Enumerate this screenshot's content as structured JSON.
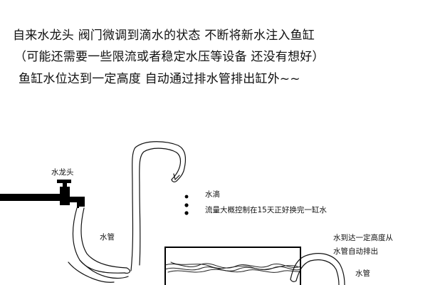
{
  "description_lines": [
    "自来水龙头 阀门微调到滴水的状态 不断将新水注入鱼缸",
    "（可能还需要一些限流或者稳定水压等设备 还没有想好）",
    "鱼缸水位达到一定高度 自动通过排水管排出缸外~~"
  ],
  "labels": {
    "faucet": "水龙头",
    "inlet_pipe": "水管",
    "drip": "水滴",
    "flow_note": "流量大概控制在15天正好换完一缸水",
    "overflow_note_line1": "水到达一定高度从",
    "overflow_note_line2": "水管自动排出",
    "drain_pipe": "水管"
  }
}
